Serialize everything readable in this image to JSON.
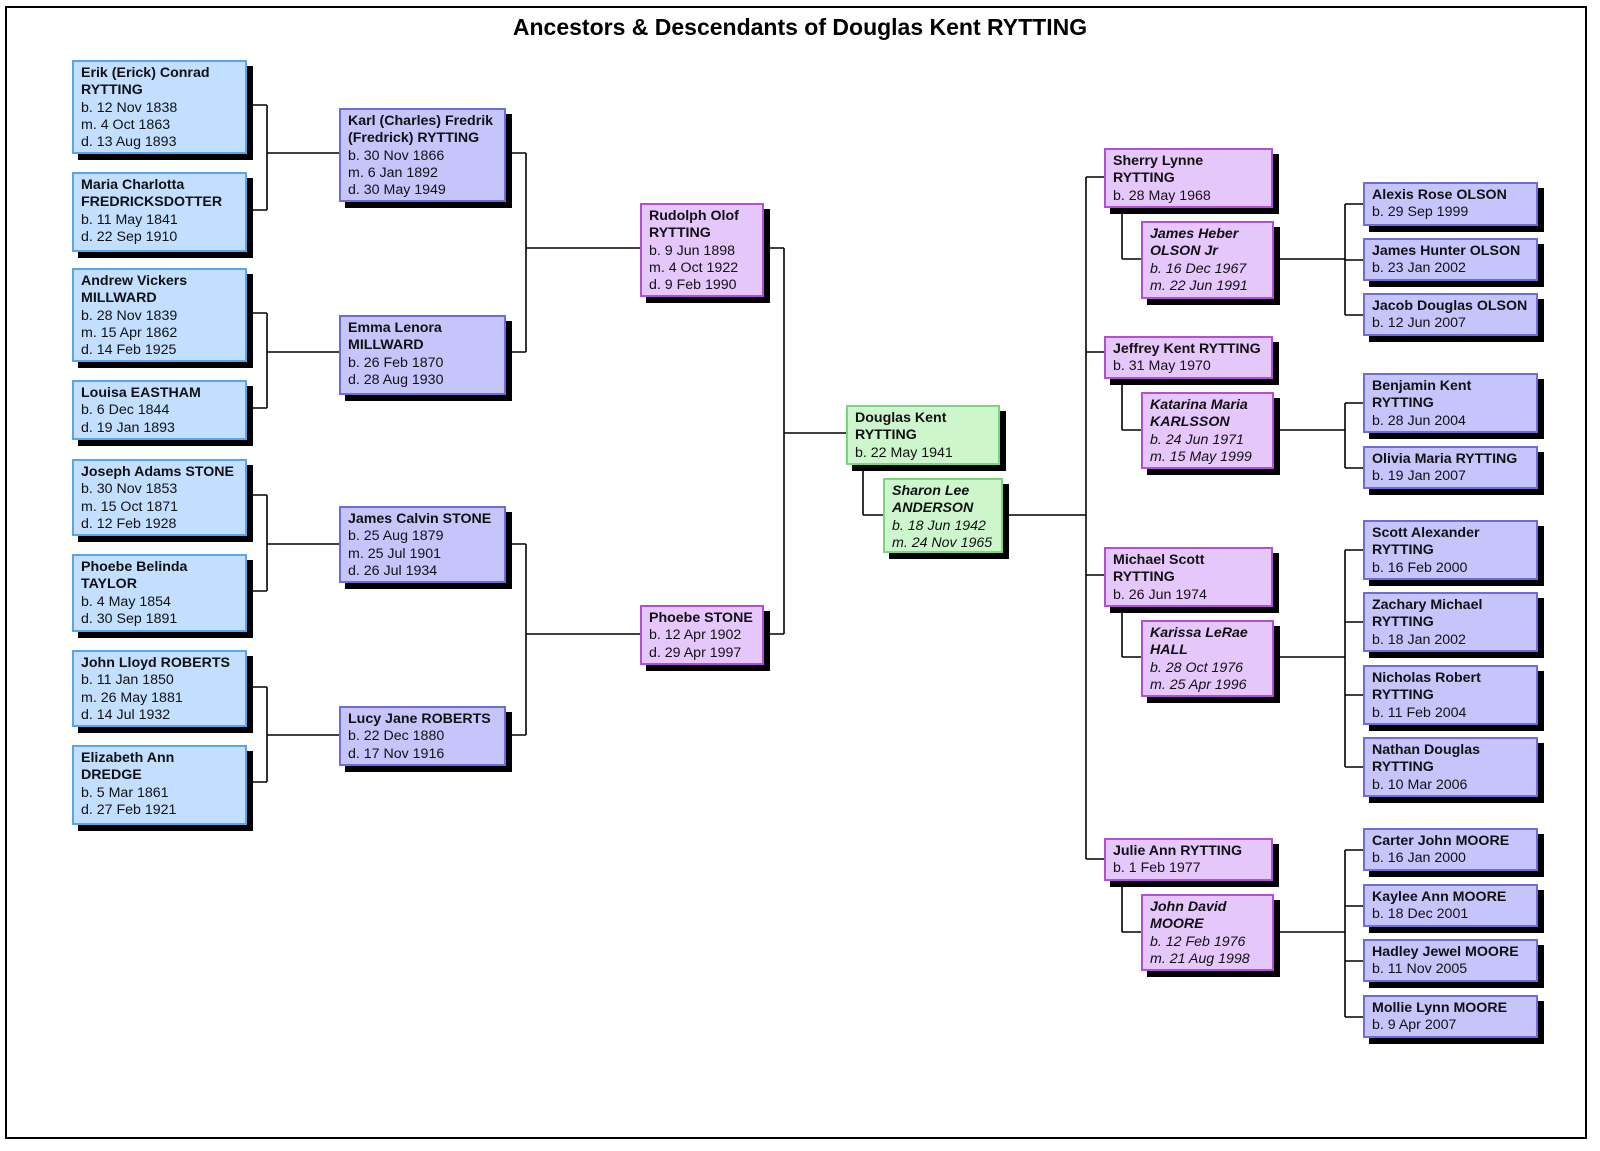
{
  "title": "Ancestors & Descendants of Douglas Kent RYTTING",
  "colors": {
    "great_grandparent": "#c3dfff",
    "grandparent": "#c6c5fb",
    "parent": "#e6c7fb",
    "root": "#cdf6cc",
    "child": "#e6c7fb",
    "grandchild": "#c6c5fb"
  },
  "people": {
    "erik": {
      "name": "Erik (Erick) Conrad RYTTING",
      "lines": [
        "b. 12 Nov 1838",
        "m. 4 Oct 1863",
        "d. 13 Aug 1893"
      ]
    },
    "maria": {
      "name": "Maria Charlotta FREDRICKSDOTTER",
      "lines": [
        "b. 11 May 1841",
        "d. 22 Sep 1910"
      ]
    },
    "andrew": {
      "name": "Andrew Vickers MILLWARD",
      "lines": [
        "b. 28 Nov 1839",
        "m. 15 Apr 1862",
        "d. 14 Feb 1925"
      ]
    },
    "louisa": {
      "name": "Louisa EASTHAM",
      "lines": [
        "b. 6 Dec 1844",
        "d. 19 Jan 1893"
      ]
    },
    "joseph": {
      "name": "Joseph Adams STONE",
      "lines": [
        "b. 30 Nov 1853",
        "m. 15 Oct 1871",
        "d. 12 Feb 1928"
      ]
    },
    "phoebeb": {
      "name": "Phoebe Belinda TAYLOR",
      "lines": [
        "b. 4 May 1854",
        "d. 30 Sep 1891"
      ]
    },
    "john": {
      "name": "John Lloyd ROBERTS",
      "lines": [
        "b. 11 Jan 1850",
        "m. 26 May 1881",
        "d. 14 Jul 1932"
      ]
    },
    "elizabeth": {
      "name": "Elizabeth Ann DREDGE",
      "lines": [
        "b. 5 Mar 1861",
        "d. 27 Feb 1921"
      ]
    },
    "karl": {
      "name": "Karl (Charles) Fredrik (Fredrick) RYTTING",
      "lines": [
        "b. 30 Nov 1866",
        "m. 6 Jan 1892",
        "d. 30 May 1949"
      ]
    },
    "emma": {
      "name": "Emma Lenora MILLWARD",
      "lines": [
        "b. 26 Feb 1870",
        "d. 28 Aug 1930"
      ]
    },
    "james": {
      "name": "James Calvin STONE",
      "lines": [
        "b. 25 Aug 1879",
        "m. 25 Jul 1901",
        "d. 26 Jul 1934"
      ]
    },
    "lucy": {
      "name": "Lucy Jane ROBERTS",
      "lines": [
        "b. 22 Dec 1880",
        "d. 17 Nov 1916"
      ]
    },
    "rudolph": {
      "name": "Rudolph Olof RYTTING",
      "lines": [
        "b. 9 Jun 1898",
        "m. 4 Oct 1922",
        "d. 9 Feb 1990"
      ]
    },
    "phoebe": {
      "name": "Phoebe STONE",
      "lines": [
        "b. 12 Apr 1902",
        "d. 29 Apr 1997"
      ]
    },
    "douglas": {
      "name": "Douglas Kent RYTTING",
      "lines": [
        "b. 22 May 1941"
      ]
    },
    "sharon": {
      "name": "Sharon Lee ANDERSON",
      "lines": [
        "b. 18 Jun 1942",
        "m. 24 Nov 1965"
      ]
    },
    "sherry": {
      "name": "Sherry Lynne RYTTING",
      "lines": [
        "b. 28 May 1968"
      ]
    },
    "jamesh": {
      "name": "James Heber OLSON Jr",
      "lines": [
        "b. 16 Dec 1967",
        "m. 22 Jun 1991"
      ]
    },
    "jeffrey": {
      "name": "Jeffrey Kent RYTTING",
      "lines": [
        "b. 31 May 1970"
      ]
    },
    "katarina": {
      "name": "Katarina Maria KARLSSON",
      "lines": [
        "b. 24 Jun 1971",
        "m. 15 May 1999"
      ]
    },
    "michael": {
      "name": "Michael Scott RYTTING",
      "lines": [
        "b. 26 Jun 1974"
      ]
    },
    "karissa": {
      "name": "Karissa LeRae HALL",
      "lines": [
        "b. 28 Oct 1976",
        "m. 25 Apr 1996"
      ]
    },
    "julie": {
      "name": "Julie Ann RYTTING",
      "lines": [
        "b. 1 Feb 1977"
      ]
    },
    "johnd": {
      "name": "John David MOORE",
      "lines": [
        "b. 12 Feb 1976",
        "m. 21 Aug 1998"
      ]
    },
    "alexis": {
      "name": "Alexis Rose OLSON",
      "lines": [
        "b. 29 Sep 1999"
      ]
    },
    "jameshunter": {
      "name": "James Hunter OLSON",
      "lines": [
        "b. 23 Jan 2002"
      ]
    },
    "jacob": {
      "name": "Jacob Douglas OLSON",
      "lines": [
        "b. 12 Jun 2007"
      ]
    },
    "benjamin": {
      "name": "Benjamin Kent RYTTING",
      "lines": [
        "b. 28 Jun 2004"
      ]
    },
    "olivia": {
      "name": "Olivia Maria RYTTING",
      "lines": [
        "b. 19 Jan 2007"
      ]
    },
    "scott": {
      "name": "Scott Alexander RYTTING",
      "lines": [
        "b. 16 Feb 2000"
      ]
    },
    "zachary": {
      "name": "Zachary Michael RYTTING",
      "lines": [
        "b. 18 Jan 2002"
      ]
    },
    "nicholas": {
      "name": "Nicholas Robert RYTTING",
      "lines": [
        "b. 11 Feb 2004"
      ]
    },
    "nathan": {
      "name": "Nathan Douglas RYTTING",
      "lines": [
        "b. 10 Mar 2006"
      ]
    },
    "carter": {
      "name": "Carter John MOORE",
      "lines": [
        "b. 16 Jan 2000"
      ]
    },
    "kaylee": {
      "name": "Kaylee Ann MOORE",
      "lines": [
        "b. 18 Dec 2001"
      ]
    },
    "hadley": {
      "name": "Hadley Jewel MOORE",
      "lines": [
        "b. 11 Nov 2005"
      ]
    },
    "mollie": {
      "name": "Mollie Lynn MOORE",
      "lines": [
        "b. 9 Apr 2007"
      ]
    }
  }
}
